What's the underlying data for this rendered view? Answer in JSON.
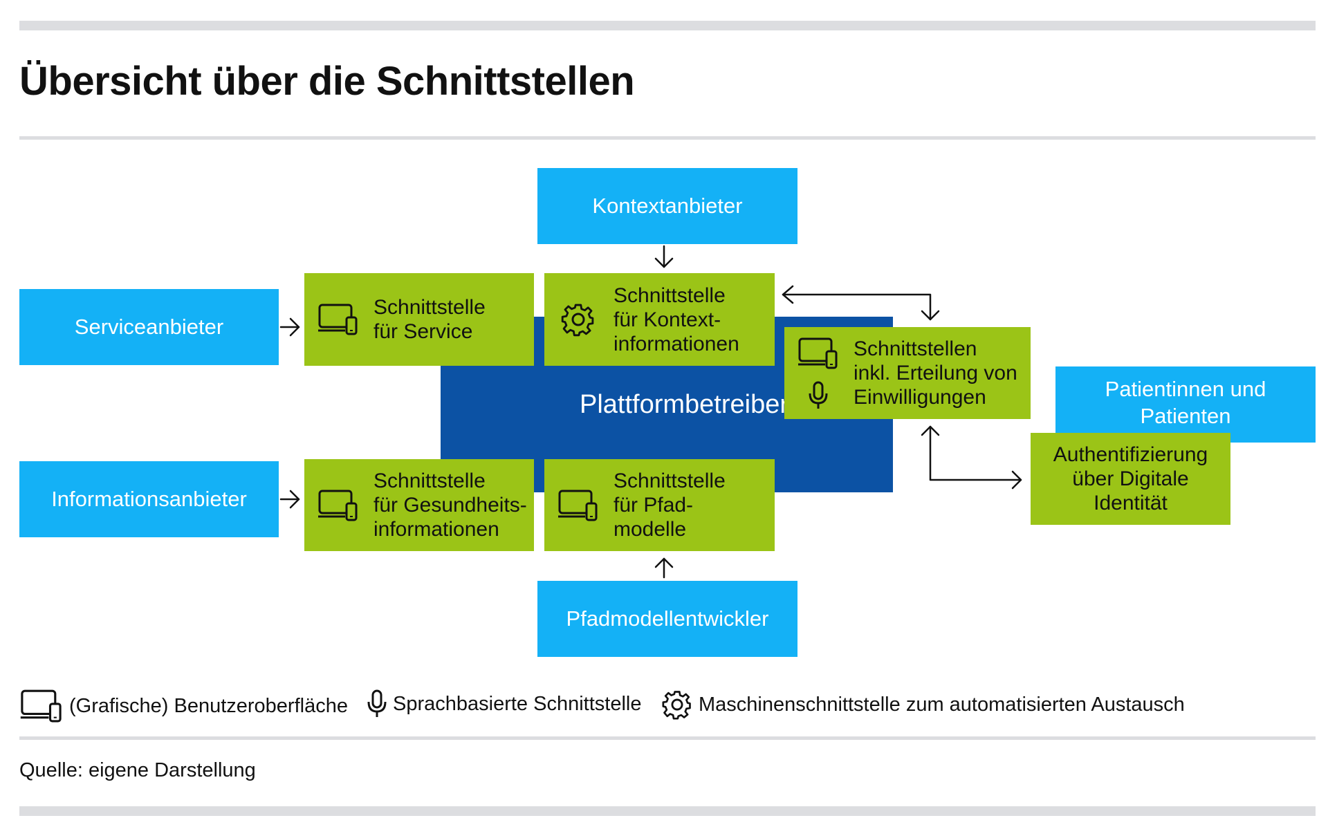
{
  "title": "Übersicht über die Schnittstellen",
  "colors": {
    "actor": "#14b1f6",
    "platform": "#0c52a4",
    "interface": "#9bc417",
    "rule": "#dcdde0"
  },
  "actors": {
    "kontext": "Kontextanbieter",
    "service": "Serviceanbieter",
    "information": "Informationsanbieter",
    "pfadmodell": "Pfadmodellentwickler",
    "patienten": "Patientinnen und\nPatienten"
  },
  "platform": "Plattformbetreiber",
  "interfaces": {
    "service": {
      "label": "Schnittstelle\nfür Service",
      "icons": [
        "monitor-phone-icon"
      ]
    },
    "kontext": {
      "label": "Schnittstelle\nfür Kontext-\ninformationen",
      "icons": [
        "gear-icon"
      ]
    },
    "gesundheit": {
      "label": "Schnittstelle\nfür Gesundheits-\ninformationen",
      "icons": [
        "monitor-phone-icon"
      ]
    },
    "pfad": {
      "label": "Schnittstelle\nfür Pfad-\nmodelle",
      "icons": [
        "monitor-phone-icon"
      ]
    },
    "einwilligung": {
      "label": "Schnittstellen\ninkl. Erteilung von\nEinwilligungen",
      "icons": [
        "monitor-phone-icon",
        "microphone-icon"
      ]
    },
    "authentifizierung": {
      "label": "Authentifizierung\nüber Digitale\nIdentität",
      "icons": []
    }
  },
  "legend": {
    "gui": "(Grafische) Benutzeroberfläche",
    "voice": "Sprachbasierte Schnittstelle",
    "machine": "Maschinenschnittstelle zum automatisierten Austausch"
  },
  "source": "Quelle: eigene Darstellung"
}
